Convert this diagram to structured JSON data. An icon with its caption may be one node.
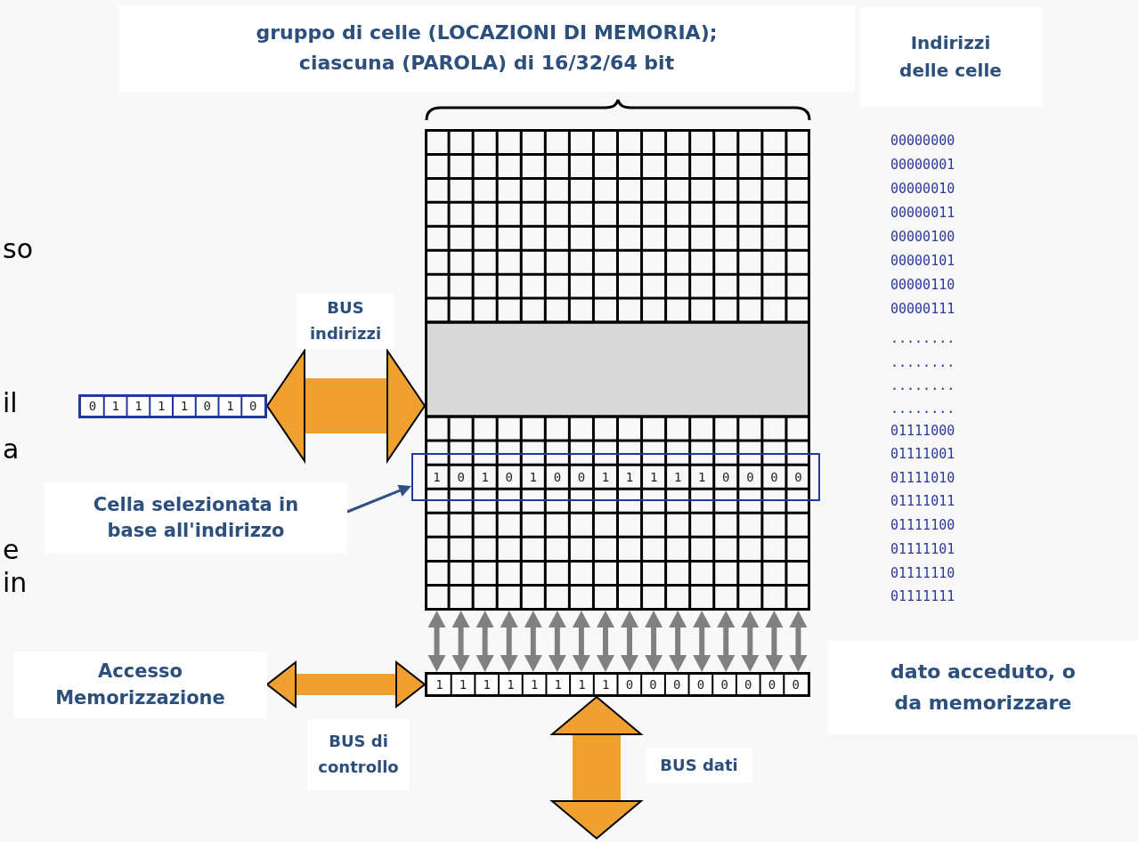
{
  "diagram": {
    "nodes": [
      {
        "text": [
          "01111010"
        ]
      },
      {
        "text": [],
        "shape": "box"
      },
      {
        "text": [
          "1010100111110000"
        ],
        "in": 1
      },
      {
        "text": [
          "1111111100000000"
        ]
      },
      {
        "text": [
          "Cella selezionata in base all'indirizzo"
        ]
      },
      {
        "text": [
          "Accesso Memorizzazione"
        ]
      }
    ],
    "edges": [
      {
        "from": 0,
        "to": 1,
        "arrow": "both",
        "label": "BUS indirizzi",
        "style": "thick",
        "color": "#f0a030"
      },
      {
        "from": 4,
        "to": 2,
        "arrow": "to",
        "color": "#2f5080"
      },
      {
        "from": 5,
        "to": 3,
        "arrow": "both",
        "label": "BUS di controllo",
        "style": "thick",
        "color": "#f0a030"
      },
      {
        "from": 1,
        "to": 3,
        "arrow": "both",
        "color": "#808080"
      },
      {
        "from": 1,
        "to": 3,
        "arrow": "both",
        "color": "#808080"
      },
      {
        "from": 1,
        "to": 3,
        "arrow": "both",
        "color": "#808080"
      },
      {
        "from": 1,
        "to": 3,
        "arrow": "both",
        "color": "#808080"
      },
      {
        "from": 1,
        "to": 3,
        "arrow": "both",
        "color": "#808080"
      },
      {
        "from": 1,
        "to": 3,
        "arrow": "both",
        "color": "#808080"
      },
      {
        "from": 1,
        "to": 3,
        "arrow": "both",
        "color": "#808080"
      },
      {
        "from": 1,
        "to": 3,
        "arrow": "both",
        "color": "#808080"
      },
      {
        "from": 1,
        "to": 3,
        "arrow": "both",
        "color": "#808080"
      },
      {
        "from": 1,
        "to": 3,
        "arrow": "both",
        "color": "#808080"
      },
      {
        "from": 1,
        "to": 3,
        "arrow": "both",
        "color": "#808080"
      },
      {
        "from": 1,
        "to": 3,
        "arrow": "both",
        "color": "#808080"
      },
      {
        "from": 1,
        "to": 3,
        "arrow": "both",
        "color": "#808080"
      },
      {
        "from": 1,
        "to": 3,
        "arrow": "both",
        "color": "#808080"
      },
      {
        "from": 1,
        "to": 3,
        "arrow": "both",
        "color": "#808080"
      },
      {
        "from": 1,
        "to": 3,
        "arrow": "both",
        "color": "#808080"
      },
      {
        "from": 3,
        "to": null,
        "arrow": "both",
        "label": "BUS dati",
        "style": "thick",
        "color": "#f0a030"
      }
    ],
    "labels": [
      "gruppo di celle (LOCAZIONI DI MEMORIA); ciascuna (PAROLA) di 16/32/64 bit",
      "Indirizzi delle celle",
      "00000000",
      "00000001",
      "00000010",
      "00000011",
      "00000100",
      "00000101",
      "00000110",
      "00000111",
      "........",
      "........",
      "........",
      "........",
      "01111000",
      "01111001",
      "01111010",
      "01111011",
      "01111100",
      "01111101",
      "01111110",
      "01111111",
      "so",
      "il",
      "a",
      "e",
      "in",
      "dato acceduto, o da memorizzare"
    ]
  }
}
